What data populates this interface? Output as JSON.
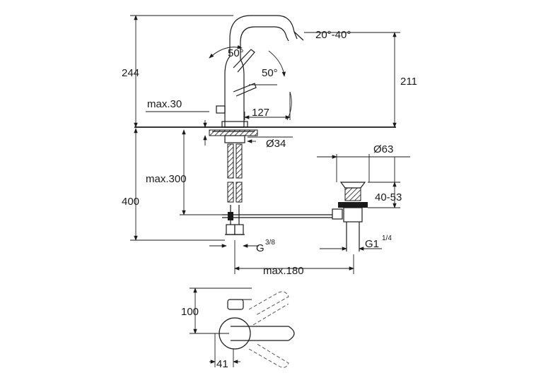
{
  "dimensions": {
    "total_height": "244",
    "spout_height": "211",
    "lower_height": "400",
    "spout_reach": "127",
    "max_thickness": "max.30",
    "hole_diameter": "Ø34",
    "hose_length": "max.300",
    "waste_flange": "Ø63",
    "waste_range": "40-53",
    "waste_thread": "G1",
    "waste_thread_frac": "1/4",
    "connection_thread": "G",
    "connection_thread_frac": "3/8",
    "max_offset": "max.180",
    "lever_angle_a": "50°",
    "lever_angle_b": "50°",
    "spout_angle": "20°-40°",
    "plan_depth": "100",
    "plan_width": "41"
  },
  "colors": {
    "line": "#1a1a1a",
    "background": "#ffffff"
  }
}
